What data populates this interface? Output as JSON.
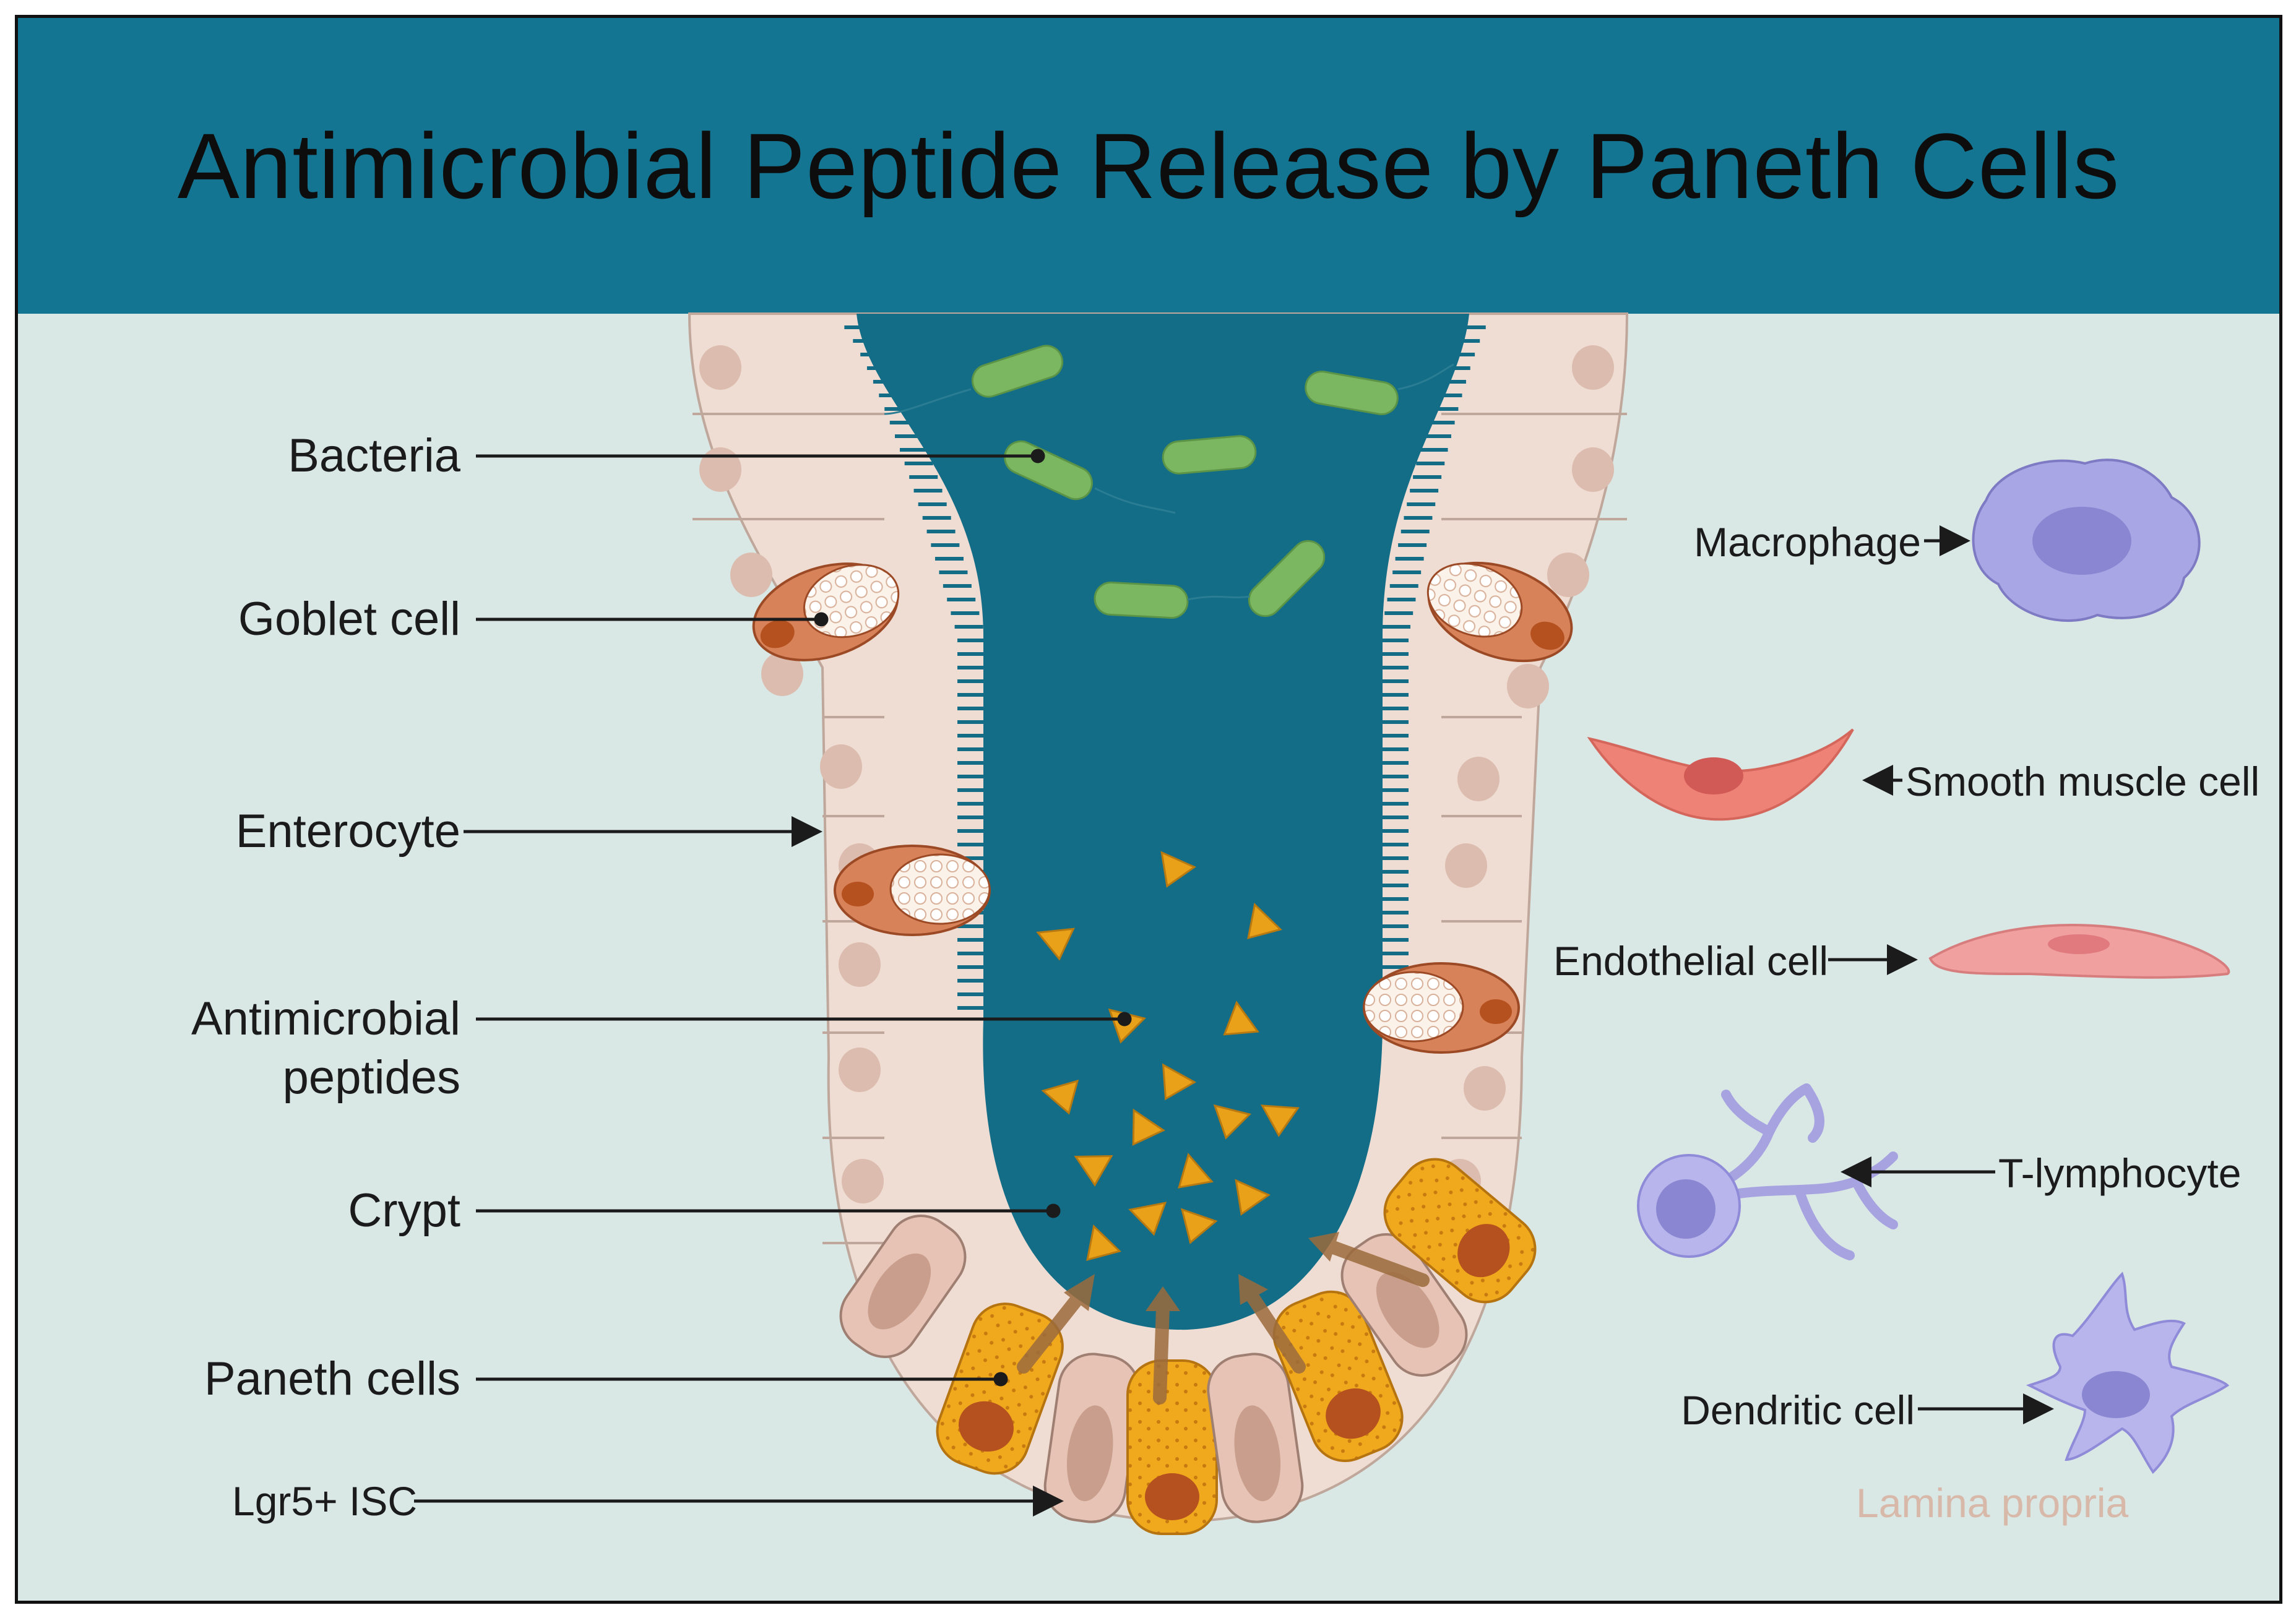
{
  "title": "Antimicrobial Peptide Release by Paneth Cells",
  "left_labels": {
    "bacteria": "Bacteria",
    "goblet": "Goblet cell",
    "enterocyte": "Enterocyte",
    "amp_line1": "Antimicrobial",
    "amp_line2": "peptides",
    "crypt": "Crypt",
    "paneth": "Paneth cells",
    "lgr5": "Lgr5+ ISC"
  },
  "right_labels": {
    "macrophage": "Macrophage",
    "smooth_muscle": "Smooth muscle cell",
    "endothelial": "Endothelial cell",
    "t_lymphocyte": "T-lymphocyte",
    "dendritic": "Dendritic cell",
    "lamina_propria": "Lamina propria"
  },
  "colors": {
    "banner": "#137591",
    "background": "#d9e7e5",
    "lumen": "#136d87",
    "bacteria": "#7bb661",
    "peptide": "#e9a11a",
    "paneth": "#f0a81c",
    "goblet": "#d8825a",
    "enterocyte": "#f0dcd2",
    "lamina_propria_text": "#d8b8a8"
  }
}
